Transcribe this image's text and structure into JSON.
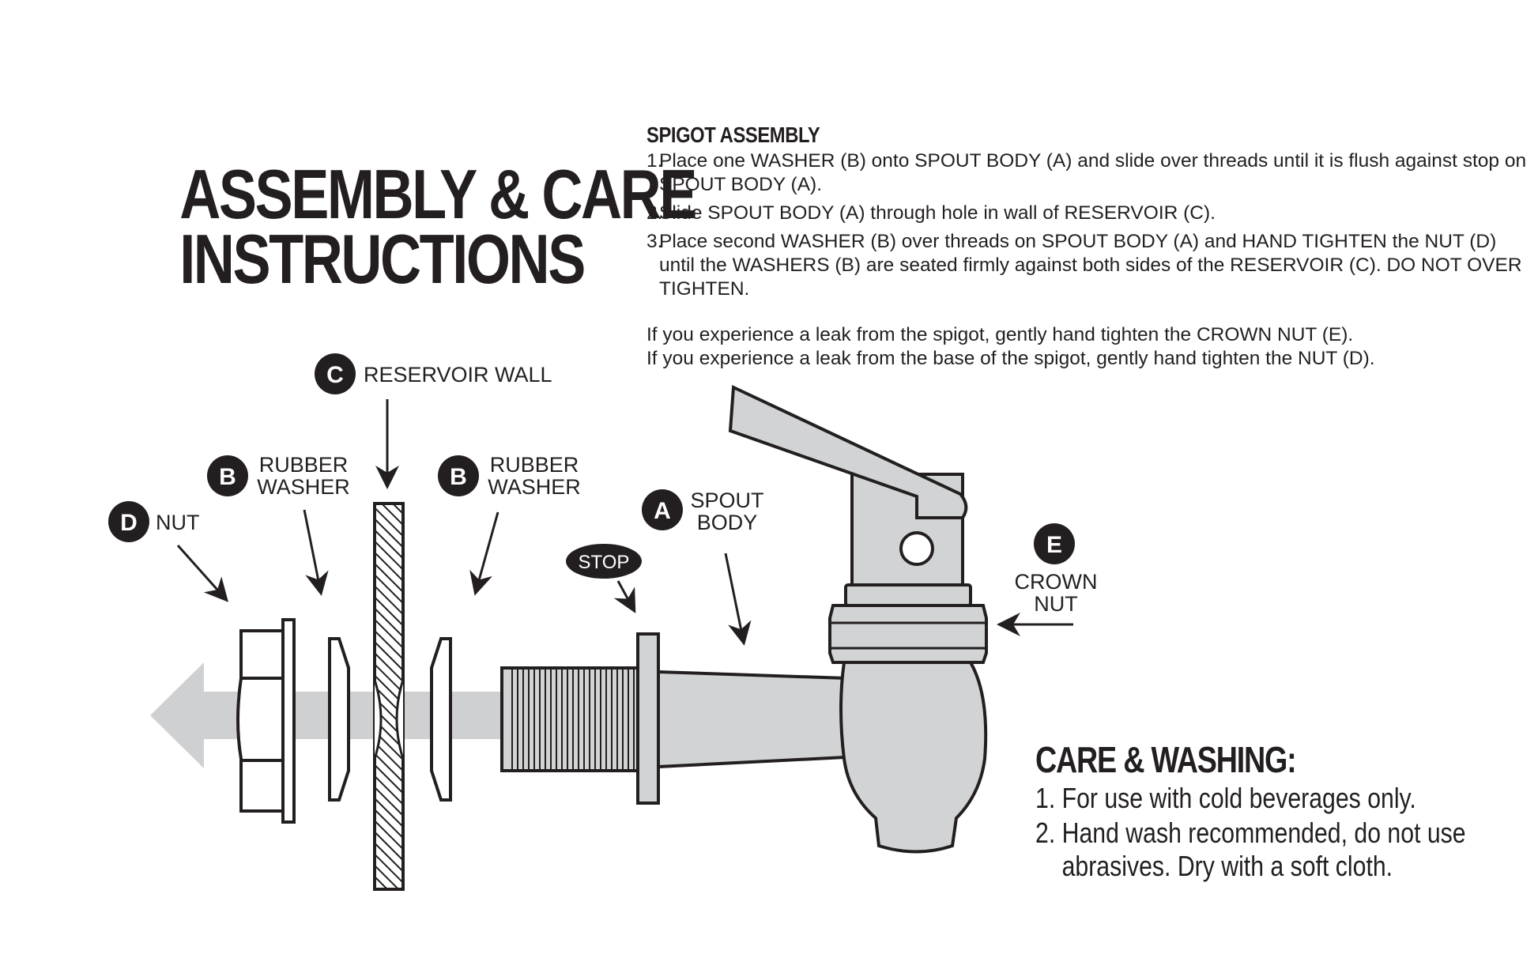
{
  "title": {
    "line1": "ASSEMBLY & CARE",
    "line2": "INSTRUCTIONS"
  },
  "spigot": {
    "heading": "SPIGOT ASSEMBLY",
    "steps": [
      {
        "num": "1.",
        "text": "Place one WASHER (B) onto SPOUT BODY (A) and slide over threads until it is flush against stop on SPOUT BODY (A)."
      },
      {
        "num": "2.",
        "text": "Slide SPOUT BODY (A) through hole in wall of RESERVOIR (C)."
      },
      {
        "num": "3.",
        "text": "Place second WASHER (B) over threads on SPOUT BODY (A) and HAND TIGHTEN the NUT (D) until the WASHERS (B) are seated firmly against both sides of the RESERVOIR (C). DO NOT OVER TIGHTEN."
      }
    ],
    "leak1": "If you experience a leak from the spigot, gently hand tighten the CROWN NUT (E).",
    "leak2": "If you experience a leak from the base of the spigot, gently hand tighten the NUT (D)."
  },
  "labels": {
    "c_letter": "C",
    "c_text": "RESERVOIR WALL",
    "b1_letter": "B",
    "b1_line1": "RUBBER",
    "b1_line2": "WASHER",
    "b2_letter": "B",
    "b2_line1": "RUBBER",
    "b2_line2": "WASHER",
    "d_letter": "D",
    "d_text": "NUT",
    "a_letter": "A",
    "a_line1": "SPOUT",
    "a_line2": "BODY",
    "stop": "STOP",
    "e_letter": "E",
    "e_line1": "CROWN",
    "e_line2": "NUT"
  },
  "care": {
    "heading": "CARE & WASHING:",
    "items": [
      {
        "num": "1.",
        "text": "For use with cold beverages only."
      },
      {
        "num": "2.",
        "text": "Hand wash recommended, do not use abrasives. Dry with a soft cloth."
      }
    ]
  },
  "colors": {
    "ink": "#231f20",
    "part_fill": "#d1d3d4",
    "arrow_fill": "#cfd0d2"
  }
}
